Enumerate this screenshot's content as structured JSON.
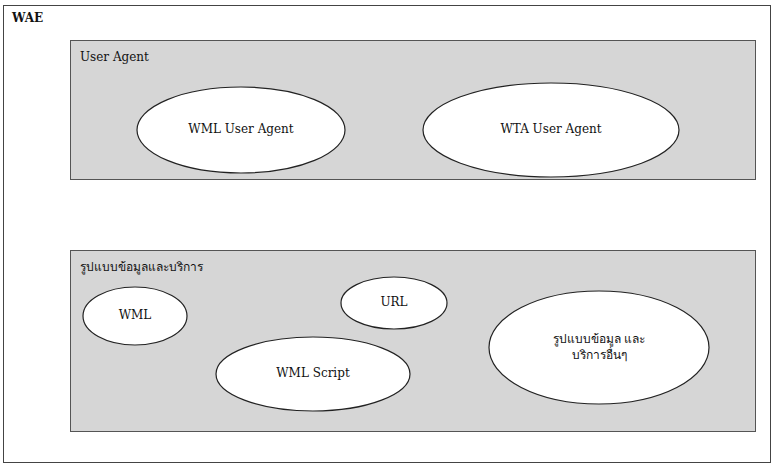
{
  "diagram": {
    "nodes": [
      {
        "text": [
          "WAE"
        ]
      },
      {
        "text": [
          "User Agent"
        ],
        "in": 0
      },
      {
        "text": [
          "WML User Agent"
        ],
        "in": 1
      },
      {
        "text": [
          "WTA User Agent"
        ],
        "in": 1
      },
      {
        "text": [
          "รูปแบบข้อมูลและบริการ"
        ],
        "in": 0
      },
      {
        "text": [
          "WML"
        ],
        "in": 4
      },
      {
        "text": [
          "URL"
        ],
        "in": 4
      },
      {
        "text": [
          "WML Script"
        ],
        "in": 4
      },
      {
        "text": [
          "รูปแบบข้อมูล และบริการอื่นๆ"
        ],
        "in": 4
      }
    ]
  }
}
